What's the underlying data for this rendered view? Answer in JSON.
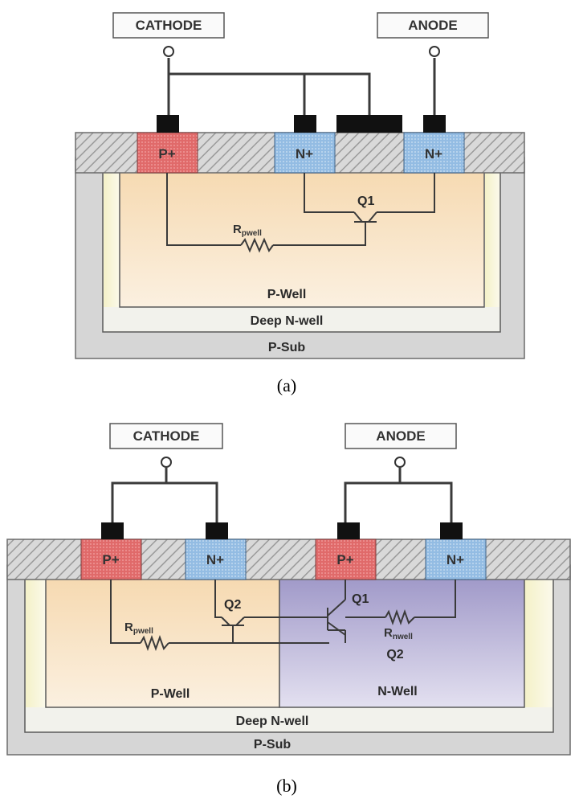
{
  "diagram_a": {
    "cathode_label": "CATHODE",
    "anode_label": "ANODE",
    "p_plus_label": "P+",
    "n_plus_1_label": "N+",
    "n_plus_2_label": "N+",
    "transistor_label": "Q1",
    "resistor_label_main": "R",
    "resistor_label_sub": "pwell",
    "pwell_label": "P-Well",
    "deep_nwell_label": "Deep N-well",
    "psub_label": "P-Sub",
    "caption": "(a)"
  },
  "diagram_b": {
    "cathode_label": "CATHODE",
    "anode_label": "ANODE",
    "p_plus_1_label": "P+",
    "n_plus_1_label": "N+",
    "p_plus_2_label": "P+",
    "n_plus_2_label": "N+",
    "q1_label": "Q1",
    "q2_left_label": "Q2",
    "q2_right_label": "Q2",
    "rpwell_main": "R",
    "rpwell_sub": "pwell",
    "rnwell_main": "R",
    "rnwell_sub": "nwell",
    "pwell_label": "P-Well",
    "nwell_label": "N-Well",
    "deep_nwell_label": "Deep N-well",
    "psub_label": "P-Sub",
    "caption": "(b)"
  },
  "colors": {
    "p_plus": "#e57373",
    "n_plus": "#9ec3e6",
    "pwell": "#f7dcb4",
    "nwell": "#a9a3cc",
    "deep_nwell": "#f3f3ee",
    "psub": "#d6d6d6",
    "contact": "#111111"
  }
}
